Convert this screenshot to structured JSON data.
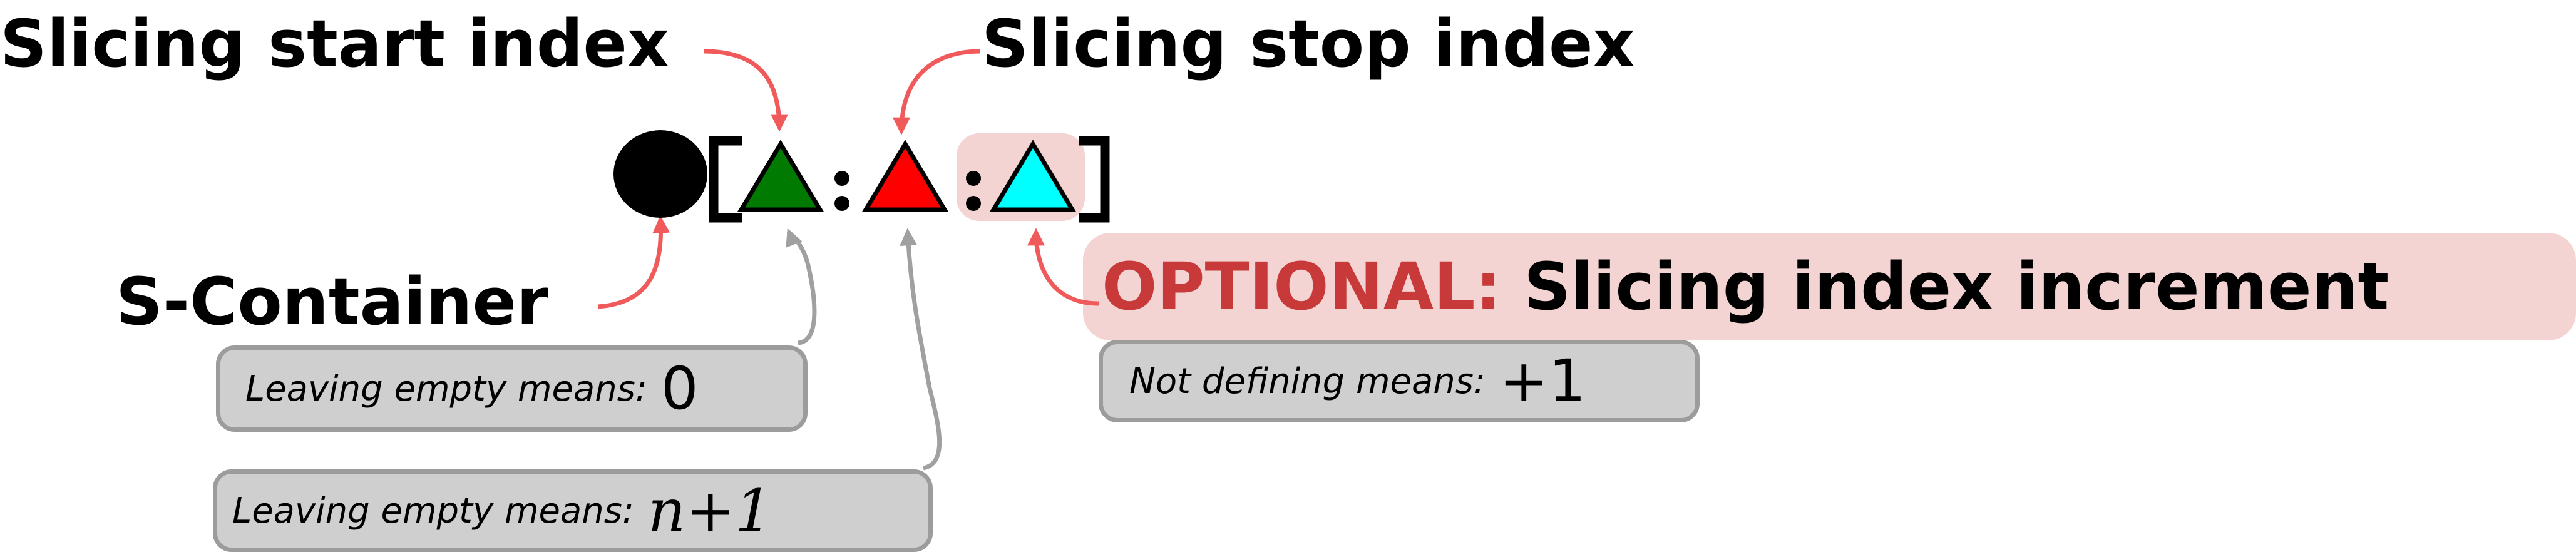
{
  "labels": {
    "start": "Slicing start index",
    "stop": "Slicing stop index",
    "container": "S-Container",
    "optional_prefix": "OPTIONAL:",
    "optional_text": "Slicing index increment"
  },
  "pills": {
    "start_default_label": "Leaving empty means:",
    "start_default_value": "0",
    "stop_default_label": "Leaving empty means:",
    "stop_default_value": "n+1",
    "step_default_label": "Not defining means:",
    "step_default_value": "+1"
  },
  "syntax": {
    "open_bracket": "[",
    "separator_1": ":",
    "separator_2": ":",
    "close_bracket": "]"
  },
  "colors": {
    "start_triangle": "#007a00",
    "stop_triangle": "#ff0000",
    "step_triangle": "#00ffff",
    "arrow_red": "#f05a5a",
    "arrow_gray": "#a0a0a0",
    "optional_red": "#c83a3a",
    "highlight_pink": "#f4d3d3"
  }
}
